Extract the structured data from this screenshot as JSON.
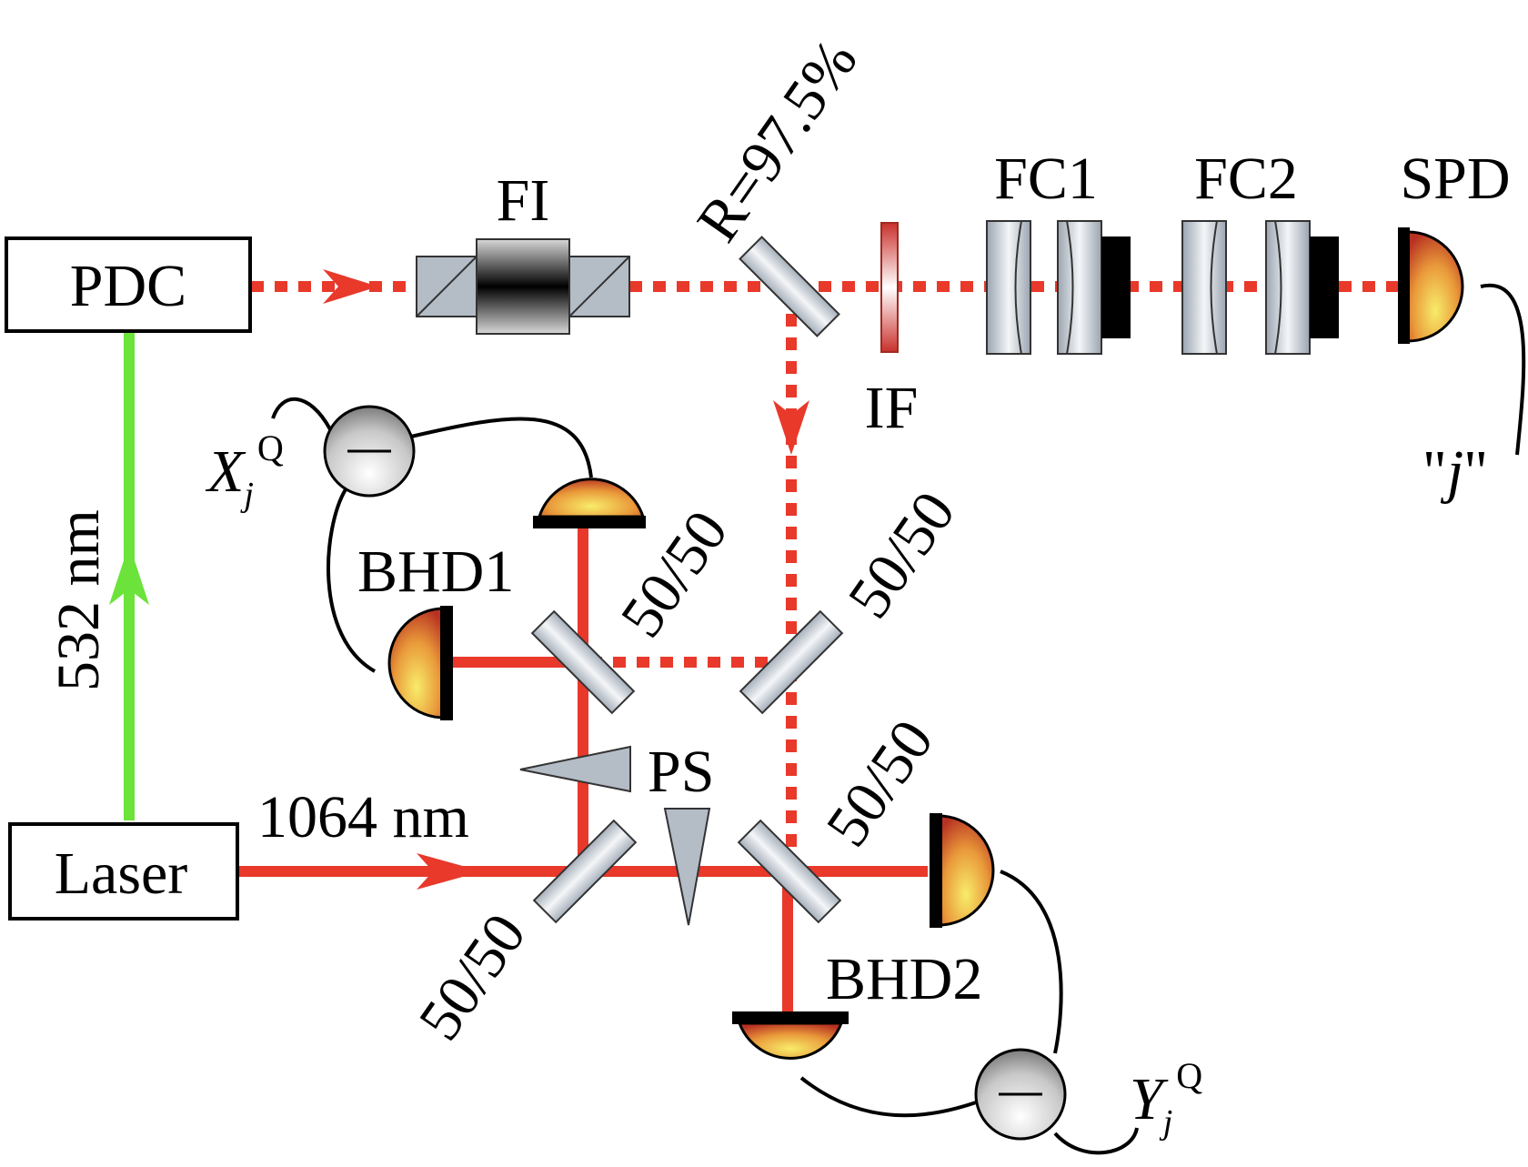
{
  "colors": {
    "beam_red": "#e8392b",
    "beam_green": "#6be33a",
    "optic_gray": "#b4bcc6",
    "detector_dark": "#c8452a",
    "detector_light": "#f5e060"
  },
  "boxes": {
    "pdc": "PDC",
    "laser": "Laser"
  },
  "labels": {
    "fi": "FI",
    "mirror_r": "R=97.5%",
    "if": "IF",
    "fc1": "FC1",
    "fc2": "FC2",
    "spd": "SPD",
    "j_open": "\"",
    "j": "j",
    "j_close": "\"",
    "wl_532": "532 nm",
    "wl_1064": "1064 nm",
    "bhd1": "BHD1",
    "bhd2": "BHD2",
    "ps": "PS",
    "bs_upper_left": "50/50",
    "bs_upper_right": "50/50",
    "bs_lower_right": "50/50",
    "bs_lower_left": "50/50",
    "xq_var": "X",
    "xq_sub": "j",
    "xq_sup": "Q",
    "yq_var": "Y",
    "yq_sub": "j",
    "yq_sup": "Q"
  }
}
